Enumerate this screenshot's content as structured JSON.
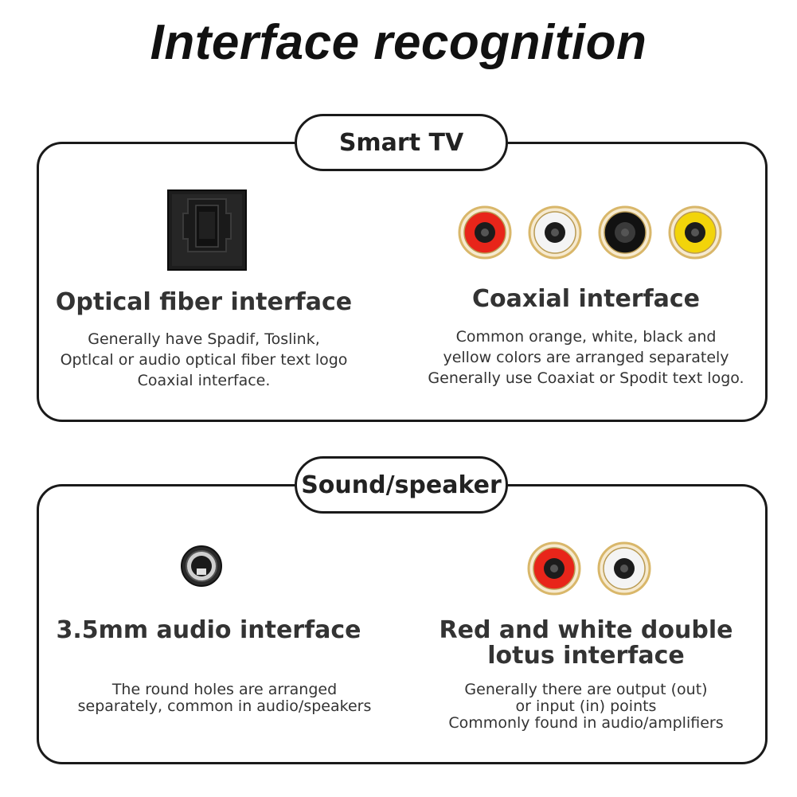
{
  "title": "Interface recognition",
  "smart_tv": {
    "label": "Smart TV",
    "optical": {
      "heading": "Optical fiber interface",
      "lines": [
        "Generally have Spadif, Toslink,",
        "Optlcal or audio optical fiber text logo",
        "Coaxial interface."
      ],
      "icon": "optical-port-icon"
    },
    "coaxial": {
      "heading": "Coaxial interface",
      "lines": [
        "Common orange, white, black and",
        "yellow colors are arranged separately",
        "Generally use Coaxiat or Spodit text logo."
      ],
      "connectors": [
        {
          "color": "red",
          "fill": "#e8251a"
        },
        {
          "color": "white",
          "fill": "#f4f4f4"
        },
        {
          "color": "black",
          "fill": "#111111"
        },
        {
          "color": "yellow",
          "fill": "#f2d40a"
        }
      ]
    }
  },
  "sound_speaker": {
    "label": "Sound/speaker",
    "audio_jack": {
      "heading": "3.5mm audio interface",
      "lines": [
        "The round holes are arranged",
        "separately, common in audio/speakers"
      ],
      "icon": "audio-jack-icon"
    },
    "rca": {
      "heading_lines": [
        "Red and white double",
        "lotus interface"
      ],
      "lines": [
        "Generally there are output (out)",
        "or input (in) points",
        "Commonly found in audio/amplifiers"
      ],
      "connectors": [
        {
          "color": "red",
          "fill": "#e8251a"
        },
        {
          "color": "white",
          "fill": "#f4f4f4"
        }
      ]
    }
  },
  "colors": {
    "gold_ring": "#d9b76a",
    "panel_border": "#1a1a1a"
  }
}
